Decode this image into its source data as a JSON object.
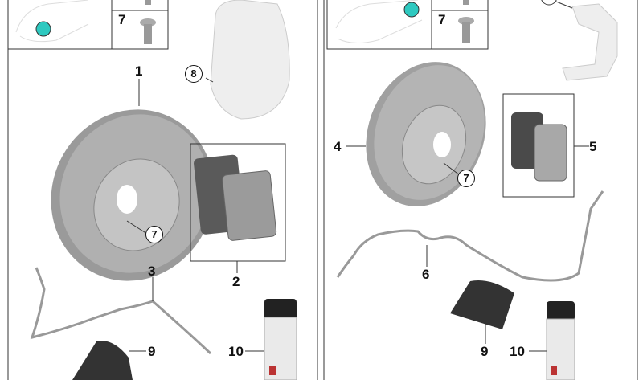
{
  "colors": {
    "location_marker": "#2ec9c0",
    "part_grey": "#8a8a8a",
    "pad_dark": "#555555"
  },
  "left_panel": {
    "inset_bolt_label": "7",
    "labels": {
      "disc": "1",
      "pads": "2",
      "wear_sensor": "3",
      "bolt": "7",
      "caliper": "8",
      "grease": "9",
      "spray": "10"
    }
  },
  "right_panel": {
    "inset_bolt_label": "7",
    "labels": {
      "disc": "4",
      "pads": "5",
      "wear_sensor": "6",
      "bolt": "7",
      "grease": "9",
      "spray": "10"
    }
  }
}
